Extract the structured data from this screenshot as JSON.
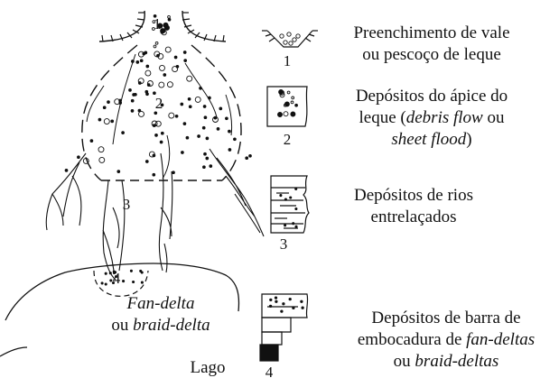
{
  "diagram": {
    "zone_labels": {
      "z2": "2",
      "z3": "3",
      "z4": "4"
    },
    "fan_delta_label": {
      "line1": "Fan-delta",
      "line2_prefix": "ou ",
      "line2_em": "braid-delta"
    },
    "lake_label": "Lago"
  },
  "legend": [
    {
      "number": "1",
      "lines": [
        {
          "segments": [
            {
              "text": "Preenchimento de vale"
            }
          ]
        },
        {
          "segments": [
            {
              "text": "ou pescoço de leque"
            }
          ]
        }
      ]
    },
    {
      "number": "2",
      "lines": [
        {
          "segments": [
            {
              "text": "Depósitos do ápice do"
            }
          ]
        },
        {
          "segments": [
            {
              "text": "leque ("
            },
            {
              "text": "debris flow",
              "italic": true
            },
            {
              "text": " ou"
            }
          ]
        },
        {
          "segments": [
            {
              "text": "sheet flood",
              "italic": true
            },
            {
              "text": ")"
            }
          ]
        }
      ]
    },
    {
      "number": "3",
      "lines": [
        {
          "segments": [
            {
              "text": "Depósitos de rios"
            }
          ]
        },
        {
          "segments": [
            {
              "text": "entrelaçados"
            }
          ]
        }
      ]
    },
    {
      "number": "4",
      "lines": [
        {
          "segments": [
            {
              "text": "Depósitos de barra de"
            }
          ]
        },
        {
          "segments": [
            {
              "text": "embocadura de "
            },
            {
              "text": "fan-deltas",
              "italic": true
            }
          ]
        },
        {
          "segments": [
            {
              "text": "ou "
            },
            {
              "text": "braid-deltas",
              "italic": true
            }
          ]
        }
      ]
    }
  ]
}
